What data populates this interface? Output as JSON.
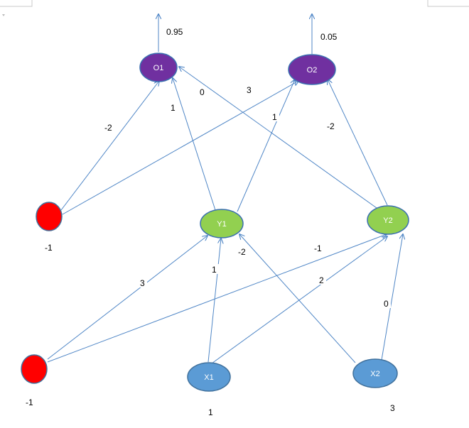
{
  "colors": {
    "edge": "#4f86c6",
    "output_fill": "#7030a0",
    "output_stroke": "#3a6fb0",
    "hidden_fill": "#92d050",
    "hidden_stroke": "#3a6fb0",
    "input_fill": "#5b9bd5",
    "input_stroke": "#41719c",
    "bias_fill": "#ff0000",
    "bias_stroke": "#41719c"
  },
  "nodes": {
    "o1": {
      "label": "O1",
      "output": "0.95"
    },
    "o2": {
      "label": "O2",
      "output": "0.05"
    },
    "y1": {
      "label": "Y1"
    },
    "y2": {
      "label": "Y2"
    },
    "x1": {
      "label": "X1",
      "value": "1"
    },
    "x2": {
      "label": "X2",
      "value": "3"
    },
    "bias_top": {
      "value": "-1"
    },
    "bias_bottom": {
      "value": "-1"
    }
  },
  "weights": {
    "bias_top_o1": "-2",
    "bias_top_o2": "3",
    "y1_o1": "1",
    "y1_o2": "1",
    "y2_o1": "0",
    "y2_o2": "-2",
    "bias_bottom_y1": "3",
    "bias_bottom_y2": "-1",
    "x1_y1": "1",
    "x1_y2": "2",
    "x2_y1": "-2",
    "x2_y2": "0"
  }
}
